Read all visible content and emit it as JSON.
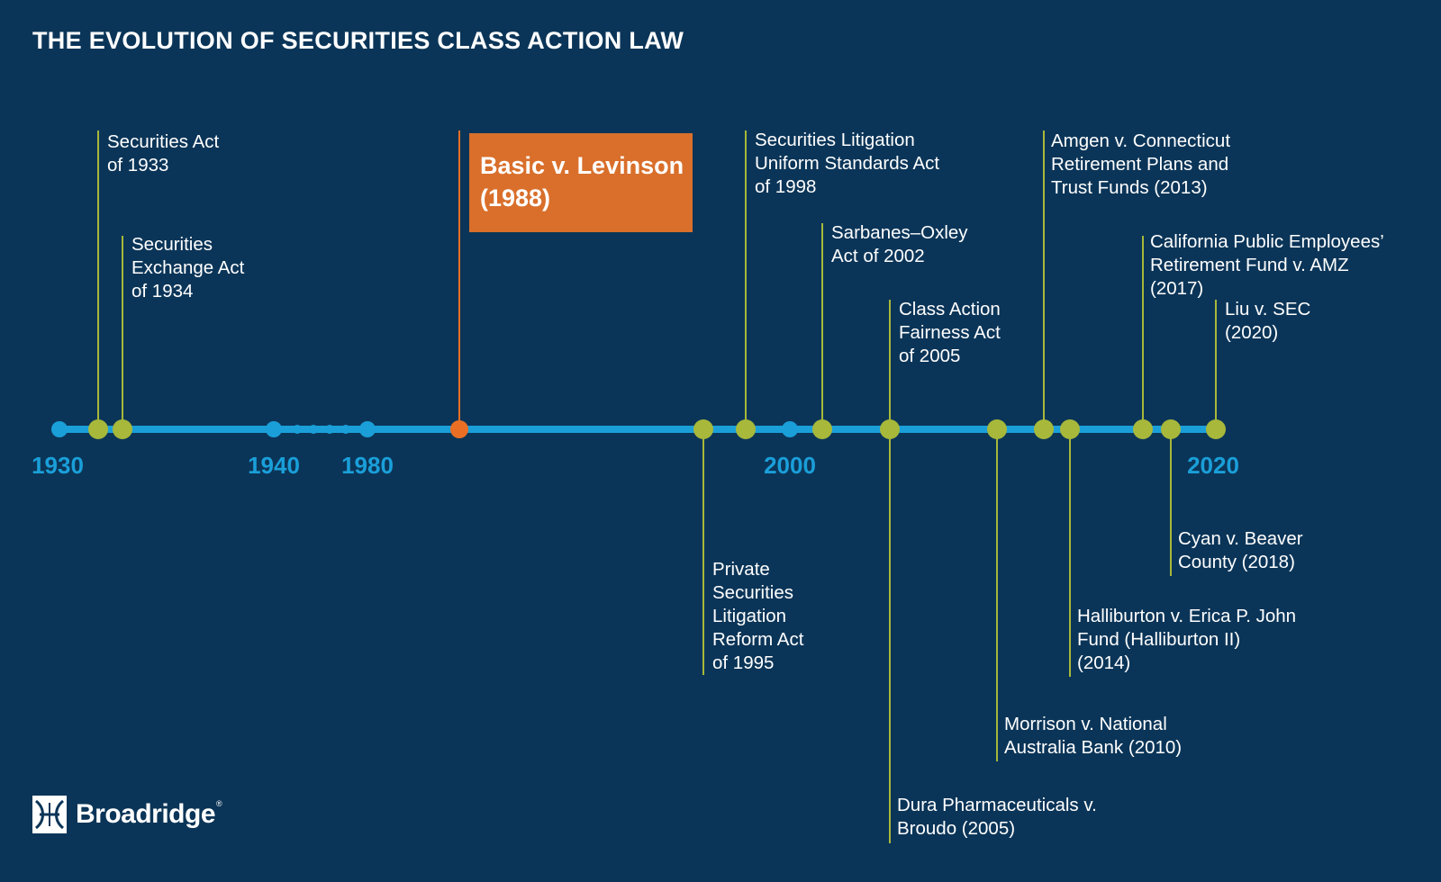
{
  "title": "THE EVOLUTION OF SECURITIES CLASS ACTION LAW",
  "colors": {
    "background": "#0b3558",
    "axis": "#1a9fd9",
    "event": "#a7b83a",
    "featured": "#d96f2b",
    "featured_marker": "#ea6f25"
  },
  "axis_years": [
    "1930",
    "1940",
    "1980",
    "2000",
    "2020"
  ],
  "featured_event": {
    "lines": [
      "Basic v. Levinson",
      "(1988)"
    ]
  },
  "events_above": [
    {
      "lines": [
        "Securities Act",
        "of 1933"
      ]
    },
    {
      "lines": [
        "Securities",
        "Exchange Act",
        "of 1934"
      ]
    },
    {
      "lines": [
        "Securities Litigation",
        "Uniform Standards Act",
        "of 1998"
      ]
    },
    {
      "lines": [
        "Sarbanes–Oxley",
        "Act of 2002"
      ]
    },
    {
      "lines": [
        "Class Action",
        "Fairness Act",
        "of 2005"
      ]
    },
    {
      "lines": [
        "Amgen v. Connecticut",
        "Retirement Plans and",
        "Trust Funds (2013)"
      ]
    },
    {
      "lines": [
        "California Public Employees’",
        "Retirement Fund v. AMZ",
        "(2017)"
      ]
    },
    {
      "lines": [
        "Liu v. SEC",
        "(2020)"
      ]
    }
  ],
  "events_below": [
    {
      "lines": [
        "Private",
        "Securities",
        "Litigation",
        "Reform Act",
        "of 1995"
      ]
    },
    {
      "lines": [
        "Dura Pharmaceuticals v.",
        "Broudo (2005)"
      ]
    },
    {
      "lines": [
        "Morrison v. National",
        "Australia Bank (2010)"
      ]
    },
    {
      "lines": [
        "Halliburton v. Erica P. John",
        "Fund (Halliburton II)",
        "(2014)"
      ]
    },
    {
      "lines": [
        "Cyan v. Beaver",
        "County (2018)"
      ]
    }
  ],
  "logo": {
    "name": "Broadridge",
    "mark": "®",
    "icon": "broadridge-logo-icon"
  }
}
